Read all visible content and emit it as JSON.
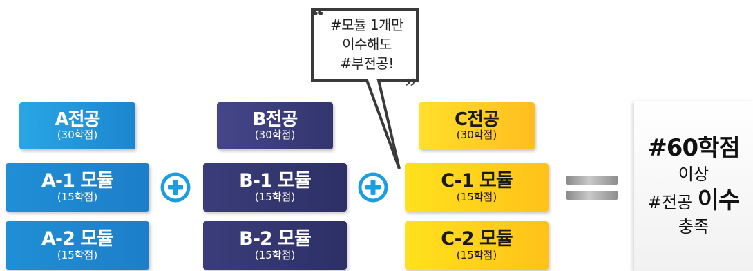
{
  "columns": [
    {
      "header": {
        "title": "A전공",
        "credits": "(30학점)"
      },
      "modules": [
        {
          "title": "A-1 모듈",
          "credits": "(15학점)"
        },
        {
          "title": "A-2 모듈",
          "credits": "(15학점)"
        }
      ]
    },
    {
      "header": {
        "title": "B전공",
        "credits": "(30학점)"
      },
      "modules": [
        {
          "title": "B-1 모듈",
          "credits": "(15학점)"
        },
        {
          "title": "B-2 모듈",
          "credits": "(15학점)"
        }
      ]
    },
    {
      "header": {
        "title": "C전공",
        "credits": "(30학점)"
      },
      "modules": [
        {
          "title": "C-1 모듈",
          "credits": "(15학점)"
        },
        {
          "title": "C-2 모듈",
          "credits": "(15학점)"
        }
      ]
    }
  ],
  "bubble": {
    "lines": [
      "#모듈 1개만",
      "이수해도",
      "#부전공!"
    ]
  },
  "result": {
    "line1": "#60학점",
    "line2": "이상",
    "line3_prefix": "#전공",
    "line3_bold": "이수",
    "line4": "충족"
  },
  "colors": {
    "blue": "#1f8fd6",
    "navy": "#2f3168",
    "yellow": "#ffd21c",
    "plus_blue": "#1a9ee0"
  },
  "icons": {
    "plus": "plus-circle-icon",
    "equals": "equals-icon",
    "quotes": "quote-marks-icon"
  }
}
